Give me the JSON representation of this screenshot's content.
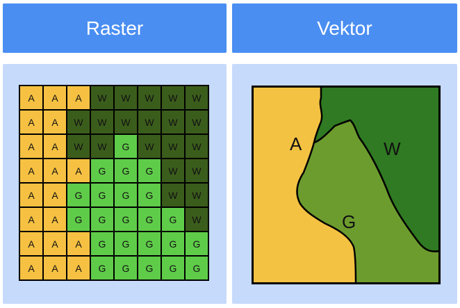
{
  "headers": {
    "raster": "Raster",
    "vektor": "Vektor"
  },
  "raster": {
    "rows": [
      [
        "A",
        "A",
        "A",
        "W",
        "W",
        "W",
        "W",
        "W"
      ],
      [
        "A",
        "A",
        "W",
        "W",
        "W",
        "W",
        "W",
        "W"
      ],
      [
        "A",
        "A",
        "W",
        "W",
        "G",
        "W",
        "W",
        "W"
      ],
      [
        "A",
        "A",
        "A",
        "G",
        "G",
        "G",
        "W",
        "W"
      ],
      [
        "A",
        "A",
        "G",
        "G",
        "G",
        "G",
        "W",
        "W"
      ],
      [
        "A",
        "A",
        "G",
        "G",
        "G",
        "G",
        "G",
        "W"
      ],
      [
        "A",
        "A",
        "A",
        "G",
        "G",
        "G",
        "G",
        "G"
      ],
      [
        "A",
        "A",
        "A",
        "G",
        "G",
        "G",
        "G",
        "G"
      ]
    ]
  },
  "vektor": {
    "labels": {
      "A": "A",
      "W": "W",
      "G": "G"
    }
  },
  "colors": {
    "header": "#4a8ef2",
    "panel": "#c6dafc",
    "A": "#f6c142",
    "W": "#3b5d1c",
    "G": "#5fcc49",
    "vector_A": "#f4c242",
    "vector_W": "#2f7a22",
    "vector_G": "#6d9c2e"
  }
}
